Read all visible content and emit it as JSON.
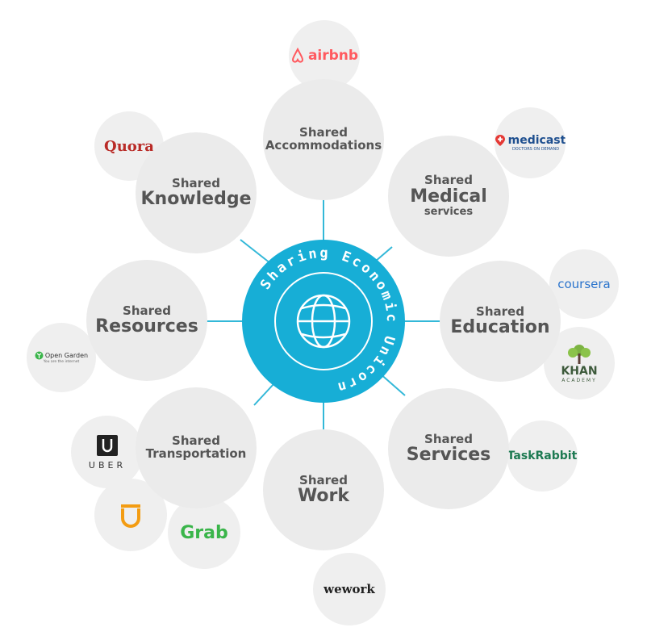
{
  "hub": {
    "title": "Sharing Economic Unicorn",
    "icon": "globe-icon",
    "color": "#17aed6"
  },
  "categories": [
    {
      "key": "accommodations",
      "line1": "Shared",
      "line2": "Accommodations",
      "line3": ""
    },
    {
      "key": "medical",
      "line1": "Shared",
      "line2": "Medical",
      "line3": "services"
    },
    {
      "key": "education",
      "line1": "Shared",
      "line2": "Education",
      "line3": ""
    },
    {
      "key": "services",
      "line1": "Shared",
      "line2": "Services",
      "line3": ""
    },
    {
      "key": "work",
      "line1": "Shared",
      "line2": "Work",
      "line3": ""
    },
    {
      "key": "transportation",
      "line1": "Shared",
      "line2": "Transportation",
      "line3": ""
    },
    {
      "key": "resources",
      "line1": "Shared",
      "line2": "Resources",
      "line3": ""
    },
    {
      "key": "knowledge",
      "line1": "Shared",
      "line2": "Knowledge",
      "line3": ""
    }
  ],
  "logos": {
    "airbnb": {
      "text": "airbnb",
      "color": "#ff5a5f"
    },
    "medicast": {
      "text": "medicast",
      "sub": "DOCTORS ON DEMAND",
      "color": "#1e4f8f",
      "pin_color": "#e53935"
    },
    "coursera": {
      "text": "coursera",
      "color": "#2a73cc"
    },
    "khan": {
      "text": "KHAN",
      "sub": "ACADEMY",
      "color": "#3d5a3b",
      "tree_color": "#7cb342"
    },
    "taskrabbit": {
      "text": "TaskRabbit",
      "color": "#1d7a52"
    },
    "wework": {
      "text": "wework",
      "color": "#222222"
    },
    "grab": {
      "text": "Grab",
      "color": "#3ab54a"
    },
    "didi": {
      "text": "didi",
      "color": "#f39c12"
    },
    "uber": {
      "text": "UBER",
      "color": "#333333"
    },
    "opengarden": {
      "text": "Open Garden",
      "sub": "You are the internet",
      "color": "#333333",
      "icon_color": "#3ab54a"
    },
    "quora": {
      "text": "Quora",
      "color": "#b92b27"
    }
  }
}
